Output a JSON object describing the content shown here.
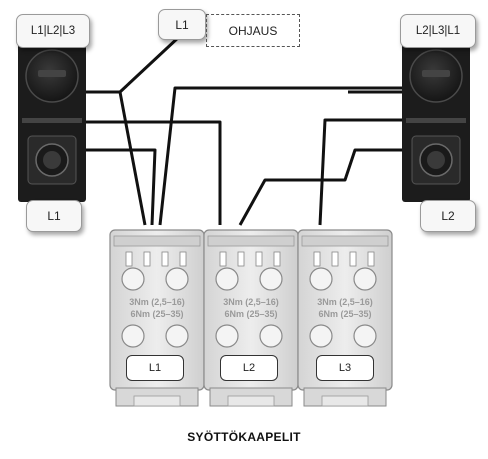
{
  "labels": {
    "left_socket_top": "L1|L2|L3",
    "right_socket_top": "L2|L3|L1",
    "control_phase": "L1",
    "control_text": "OHJAUS",
    "left_socket_bottom": "L1",
    "right_socket_bottom": "L2"
  },
  "terminals": [
    {
      "label": "L1",
      "torque_line_1": "3Nm (2,5–16)",
      "torque_line_2": "6Nm (25–35)"
    },
    {
      "label": "L2",
      "torque_line_1": "3Nm (2,5–16)",
      "torque_line_2": "6Nm (25–35)"
    },
    {
      "label": "L3",
      "torque_line_1": "3Nm (2,5–16)",
      "torque_line_2": "6Nm (25–35)"
    }
  ],
  "caption": "SYÖTTÖKAAPELIT",
  "colors": {
    "wire": "#111111",
    "socket_body": "#1c1c1c",
    "terminal_block": "#e4e4e4"
  }
}
